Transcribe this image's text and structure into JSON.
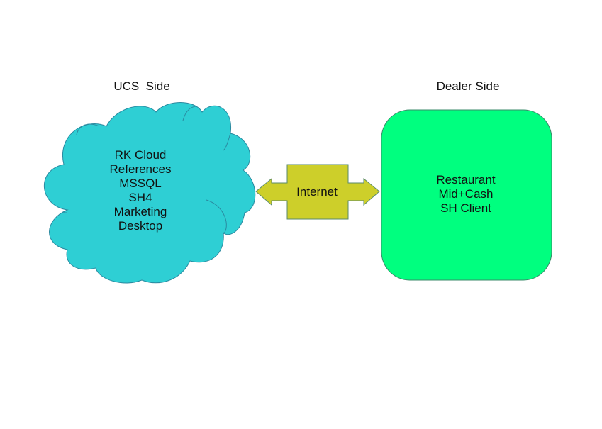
{
  "ucs": {
    "title": "UCS  Side",
    "color": "#2ecfd4",
    "items": [
      "RK Cloud",
      "References",
      "MSSQL",
      "SH4",
      "Marketing",
      "Desktop"
    ]
  },
  "connection": {
    "label": "Internet",
    "color": "#cdcf2a"
  },
  "dealer": {
    "title": "Dealer Side",
    "color": "#00ff7f",
    "items": [
      "Restaurant",
      "Mid+Cash",
      "SH Client"
    ]
  }
}
